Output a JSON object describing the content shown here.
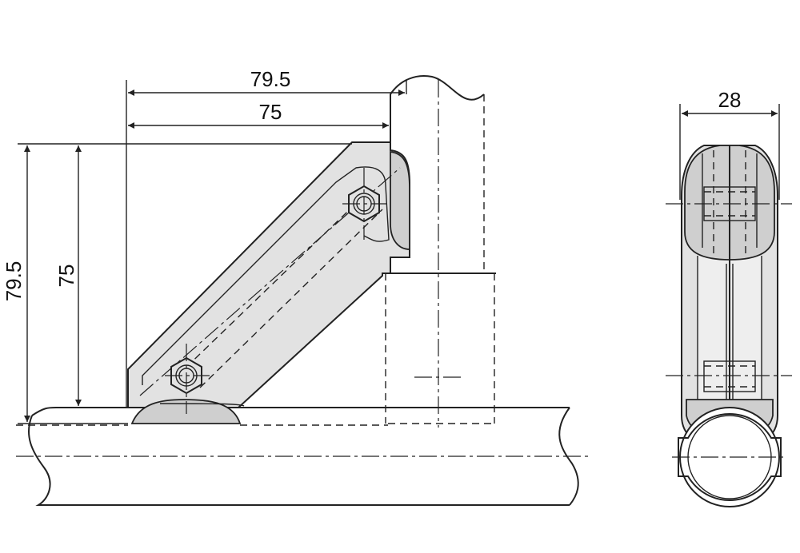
{
  "dimensions": {
    "width_outer": "79.5",
    "width_inner": "75",
    "height_outer": "79.5",
    "height_inner": "75",
    "side_width": "28"
  },
  "colors": {
    "part_fill": "#e2e2e2",
    "line": "#222222",
    "background": "#ffffff"
  }
}
